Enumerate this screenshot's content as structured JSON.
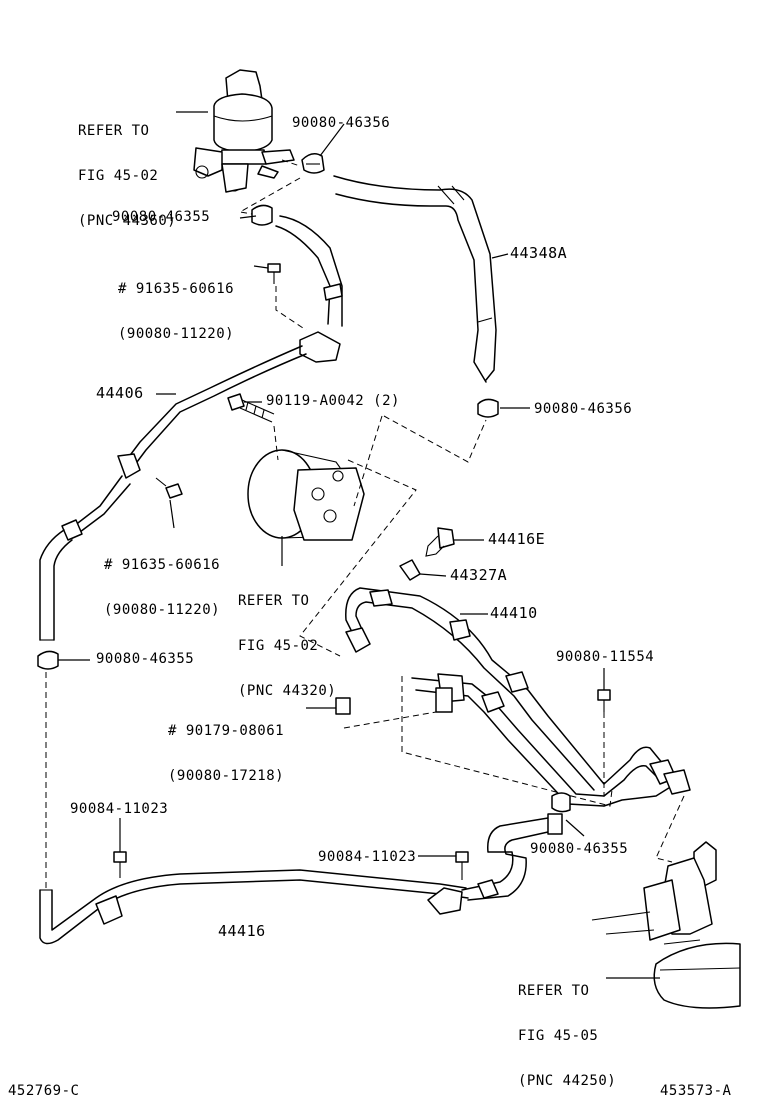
{
  "labels": {
    "refer_reservoir": [
      "REFER TO",
      "FIG 45-02",
      "(PNC 44360)"
    ],
    "clamp_top_right": "90080-46356",
    "clamp_top_left": "90080-46355",
    "bolt_top": [
      "# 91635-60616",
      "(90080-11220)"
    ],
    "hose_44348A": "44348A",
    "pipe_44406": "44406",
    "pump_bolt": "90119-A0042 (2)",
    "clamp_mid_right": "90080-46356",
    "bolt_mid": [
      "# 91635-60616",
      "(90080-11220)"
    ],
    "refer_pump": [
      "REFER TO",
      "FIG 45-02",
      "(PNC 44320)"
    ],
    "union_44416E": "44416E",
    "gasket_44327A": "44327A",
    "pipe_44410": "44410",
    "clamp_left": "90080-46355",
    "bolt_right": "90080-11554",
    "nut": [
      "# 90179-08061",
      "(90080-17218)"
    ],
    "bolt_low_left": "90084-11023",
    "bolt_low_mid": "90084-11023",
    "clamp_low_right": "90080-46355",
    "pipe_44416": "44416",
    "refer_gear": [
      "REFER TO",
      "FIG 45-05",
      "(PNC 44250)"
    ],
    "footer_left": "452769-C",
    "footer_right": "453573-A"
  }
}
